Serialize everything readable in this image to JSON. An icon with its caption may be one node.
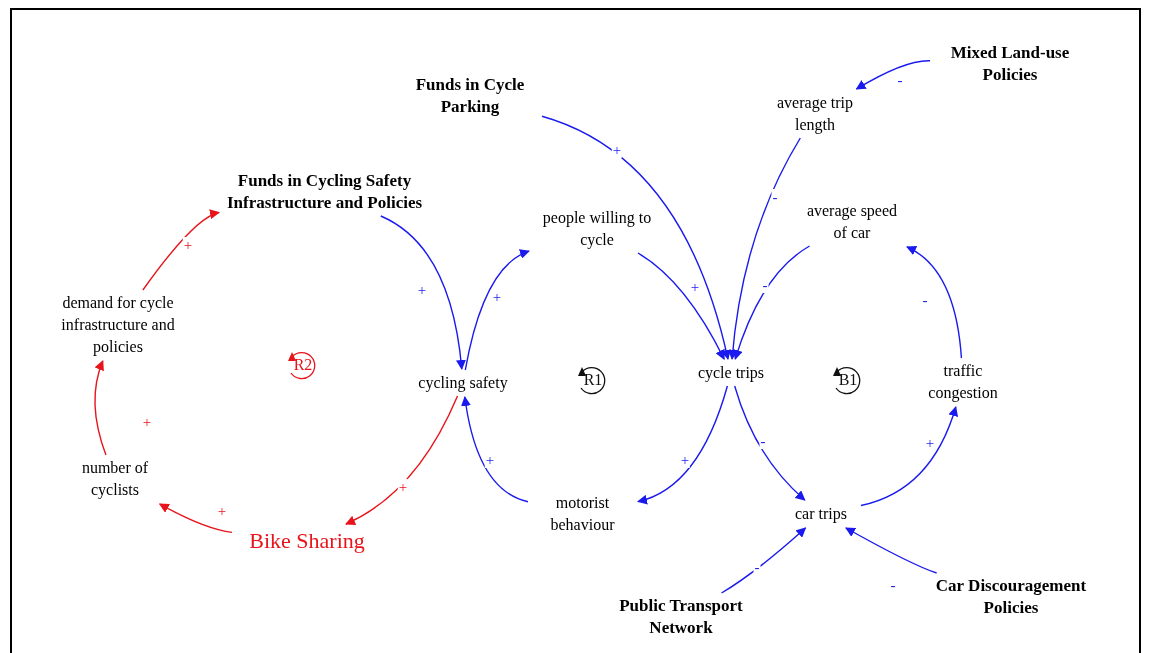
{
  "diagram": {
    "nodes": [
      {
        "text": [
          "Funds in Cycle Parking"
        ]
      },
      {
        "text": [
          "Mixed Land-use Policies"
        ]
      },
      {
        "text": [
          "average trip length"
        ]
      },
      {
        "text": [
          "Funds in Cycling Safety Infrastructure and Policies"
        ]
      },
      {
        "text": [
          "people willing to cycle"
        ]
      },
      {
        "text": [
          "average speed of car"
        ]
      },
      {
        "text": [
          "demand for cycle infrastructure and policies"
        ]
      },
      {
        "text": [
          "cycling safety"
        ]
      },
      {
        "text": [
          "cycle trips"
        ]
      },
      {
        "text": [
          "traffic congestion"
        ]
      },
      {
        "text": [
          "number of cyclists"
        ]
      },
      {
        "text": [
          "Bike Sharing"
        ]
      },
      {
        "text": [
          "motorist behaviour"
        ]
      },
      {
        "text": [
          "car trips"
        ]
      },
      {
        "text": [
          "Public Transport Network"
        ]
      },
      {
        "text": [
          "Car Discouragement Policies"
        ]
      }
    ],
    "edges": [
      {
        "from": 0,
        "to": 8,
        "arrow": "to",
        "label": "+"
      },
      {
        "from": 1,
        "to": 2,
        "arrow": "to",
        "label": "-"
      },
      {
        "from": 2,
        "to": 8,
        "arrow": "to",
        "label": "-"
      },
      {
        "from": 5,
        "to": 8,
        "arrow": "to",
        "label": "-"
      },
      {
        "from": 4,
        "to": 8,
        "arrow": "to",
        "label": "+"
      },
      {
        "from": 3,
        "to": 7,
        "arrow": "to",
        "label": "+"
      },
      {
        "from": 7,
        "to": 4,
        "arrow": "to",
        "label": "+"
      },
      {
        "from": 8,
        "to": 12,
        "arrow": "to",
        "label": "+"
      },
      {
        "from": 12,
        "to": 7,
        "arrow": "to",
        "label": "+"
      },
      {
        "from": 8,
        "to": 13,
        "arrow": "to",
        "label": "-"
      },
      {
        "from": 13,
        "to": 9,
        "arrow": "to",
        "label": "+"
      },
      {
        "from": 9,
        "to": 5,
        "arrow": "to",
        "label": "-"
      },
      {
        "from": 14,
        "to": 13,
        "arrow": "to",
        "label": "-"
      },
      {
        "from": 15,
        "to": 13,
        "arrow": "to",
        "label": "-"
      },
      {
        "from": 7,
        "to": 11,
        "arrow": "to",
        "label": "+",
        "color": "#e8141b"
      },
      {
        "from": 11,
        "to": 10,
        "arrow": "to",
        "label": "+",
        "color": "#e8141b"
      },
      {
        "from": 10,
        "to": 6,
        "arrow": "to",
        "label": "+",
        "color": "#e8141b"
      },
      {
        "from": 6,
        "to": 3,
        "arrow": "to",
        "label": "+",
        "color": "#e8141b"
      }
    ],
    "labels": [
      "R2",
      "R1",
      "B1"
    ]
  }
}
